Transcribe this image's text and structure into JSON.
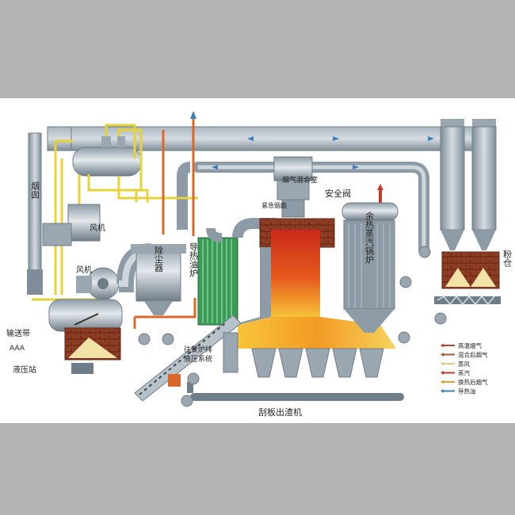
{
  "labels": {
    "chimney": "烟囱",
    "fan_top": "风机",
    "fan_left": "风机",
    "dust_collector": "除尘器",
    "thermal_oil_furnace": "导热油炉",
    "flue_gas_mixing_chamber": "烟气混合室",
    "emergency_chimney": "紧急烟囱",
    "safety_valve": "安全阀",
    "waste_heat_boiler": "余热蒸汽锅炉",
    "silo": "粉仓",
    "conveyor_belt": "输送带",
    "hydraulic_station": "液压站",
    "reciprocating_grate": "往复炉排液压系统",
    "scraper_slag_remover": "刮板出渣机"
  },
  "legend": [
    {
      "label": "高温烟气",
      "color": "#b5432c"
    },
    {
      "label": "混合后烟气",
      "color": "#9a5a3a"
    },
    {
      "label": "蒸风",
      "color": "#d9cf7a"
    },
    {
      "label": "蒸汽",
      "color": "#c23a2e"
    },
    {
      "label": "换热后烟气",
      "color": "#e0a030"
    },
    {
      "label": "导热油",
      "color": "#3a7fbf"
    }
  ],
  "colors": {
    "pipe": "#8d9ba6",
    "pipe_dark": "#6f7d88",
    "oil_pipe": "#d9692a",
    "air_pipe": "#e6d23a",
    "brick": "#8a3a22",
    "flame_hot": "#d92b1a",
    "flame_warm": "#f0a020"
  }
}
